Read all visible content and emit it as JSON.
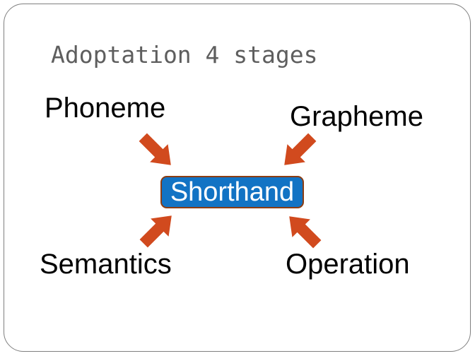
{
  "slide": {
    "title": "Adoptation 4 stages",
    "center": {
      "label": "Shorthand"
    },
    "nodes": [
      {
        "id": "phoneme",
        "label": "Phoneme",
        "position": "top-left"
      },
      {
        "id": "grapheme",
        "label": "Grapheme",
        "position": "top-right"
      },
      {
        "id": "semantics",
        "label": "Semantics",
        "position": "bottom-left"
      },
      {
        "id": "operation",
        "label": "Operation",
        "position": "bottom-right"
      }
    ],
    "arrows": [
      {
        "from": "phoneme",
        "to": "shorthand",
        "direction": "down-right"
      },
      {
        "from": "grapheme",
        "to": "shorthand",
        "direction": "down-left"
      },
      {
        "from": "semantics",
        "to": "shorthand",
        "direction": "up-right"
      },
      {
        "from": "operation",
        "to": "shorthand",
        "direction": "up-left"
      }
    ]
  },
  "colors": {
    "arrow": "#d14a1e",
    "box_fill": "#1273c4",
    "box_border": "#8c3d12",
    "box_text": "#ffffff",
    "title_text": "#5e5e5e",
    "label_text": "#000000",
    "frame_border": "#7f7f7f"
  }
}
